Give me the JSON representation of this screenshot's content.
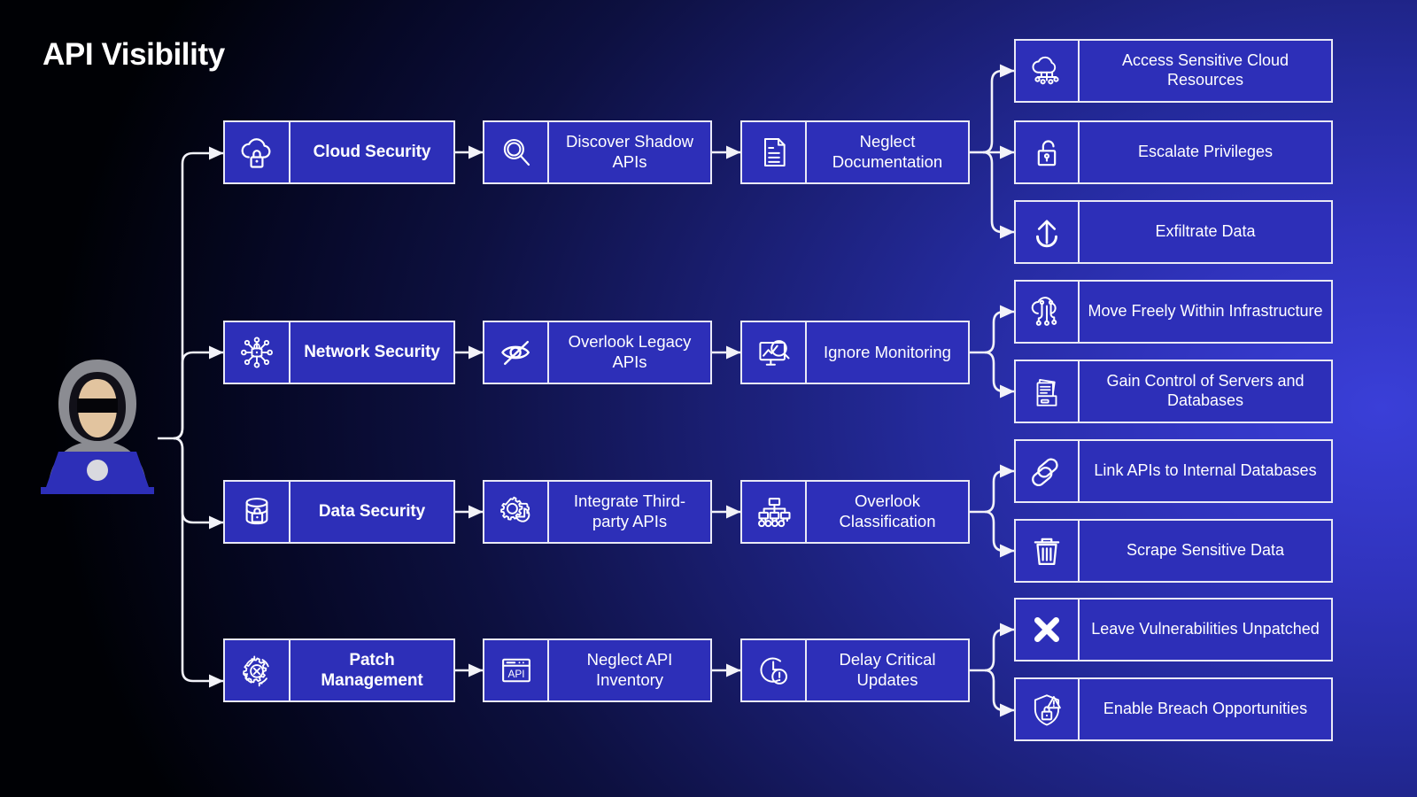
{
  "title": "API Visibility",
  "theme": {
    "box_fill": "#2d2fb8",
    "box_border": "#e9e9f6",
    "text": "#ffffff",
    "bg_dark": "#000105",
    "bg_bright": "#3a3fd8",
    "connector": "#f2f2f8"
  },
  "actor": {
    "name": "hacker-illustration",
    "alt": "Hooded hacker at laptop"
  },
  "rows": [
    {
      "category": {
        "label": "Cloud Security",
        "icon": "cloud-lock-icon"
      },
      "step1": {
        "label": "Discover Shadow APIs",
        "icon": "magnifier-icon"
      },
      "step2": {
        "label": "Neglect Documentation",
        "icon": "document-icon"
      },
      "outcomes": [
        {
          "label": "Access Sensitive Cloud Resources",
          "icon": "cloud-network-icon"
        },
        {
          "label": "Escalate Privileges",
          "icon": "unlock-icon"
        },
        {
          "label": "Exfiltrate Data",
          "icon": "upload-icon"
        }
      ]
    },
    {
      "category": {
        "label": "Network Security",
        "icon": "network-lock-icon"
      },
      "step1": {
        "label": "Overlook Legacy APIs",
        "icon": "eye-off-icon"
      },
      "step2": {
        "label": "Ignore Monitoring",
        "icon": "monitor-chart-magnifier-icon"
      },
      "outcomes": [
        {
          "label": "Move Freely Within Infrastructure",
          "icon": "cloud-circuit-icon"
        },
        {
          "label": "Gain Control of Servers and Databases",
          "icon": "server-documents-icon"
        }
      ]
    },
    {
      "category": {
        "label": "Data Security",
        "icon": "database-lock-icon"
      },
      "step1": {
        "label": "Integrate Third-party APIs",
        "icon": "gears-puzzle-icon"
      },
      "step2": {
        "label": "Overlook Classification",
        "icon": "hierarchy-icon"
      },
      "outcomes": [
        {
          "label": "Link APIs to Internal Databases",
          "icon": "chain-link-icon"
        },
        {
          "label": "Scrape Sensitive Data",
          "icon": "trash-can-icon"
        }
      ]
    },
    {
      "category": {
        "label": "Patch Management",
        "icon": "gear-refresh-icon"
      },
      "step1": {
        "label": "Neglect API Inventory",
        "icon": "api-window-icon"
      },
      "step2": {
        "label": "Delay Critical Updates",
        "icon": "clock-alert-icon"
      },
      "outcomes": [
        {
          "label": "Leave Vulnerabilities Unpatched",
          "icon": "x-mark-icon"
        },
        {
          "label": "Enable Breach Opportunities",
          "icon": "shield-lock-warning-icon"
        }
      ]
    }
  ]
}
